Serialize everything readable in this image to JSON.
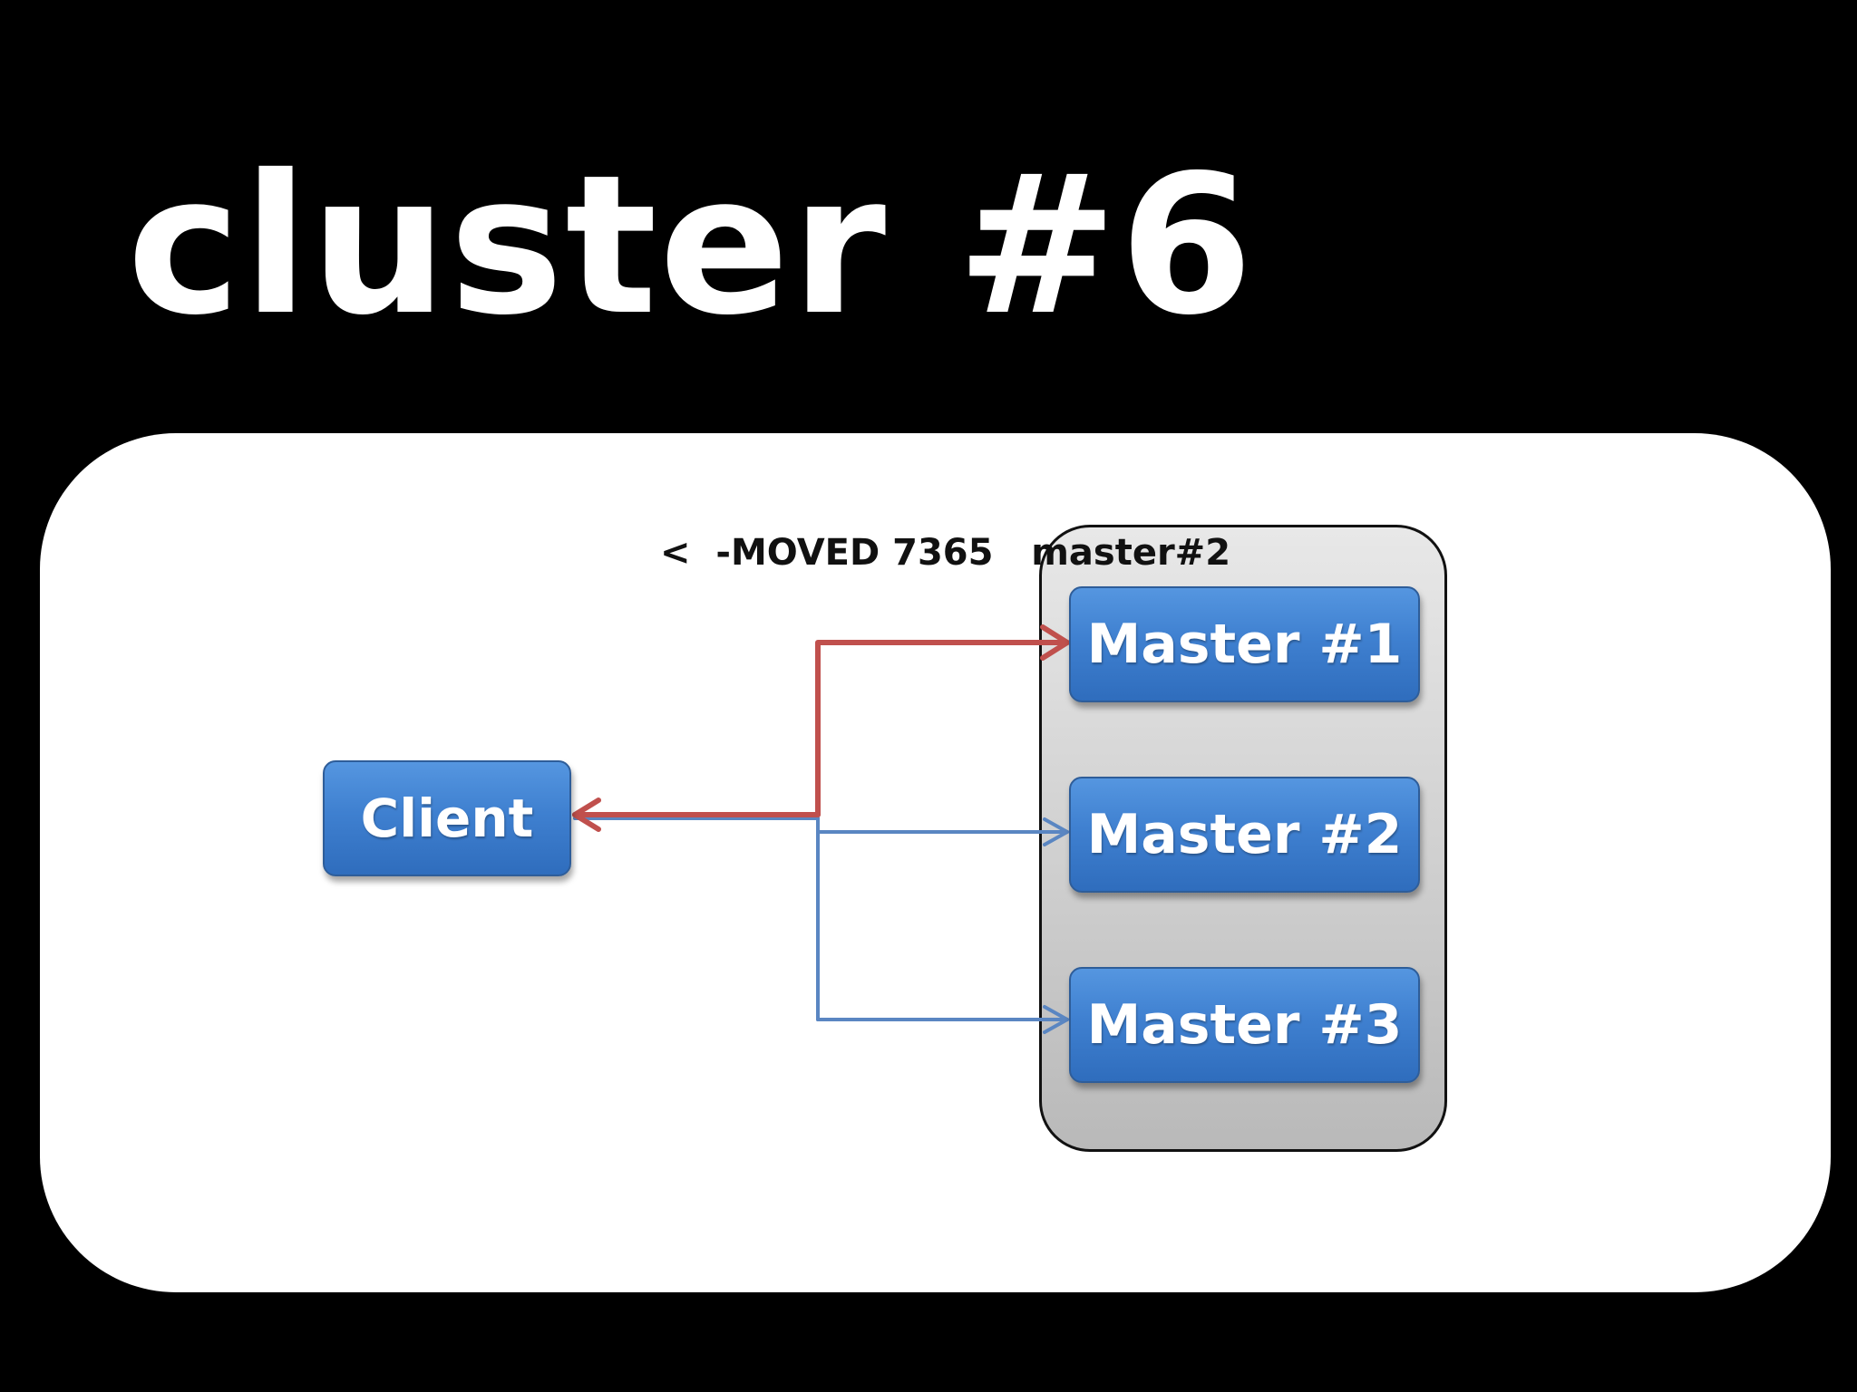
{
  "slide": {
    "title": "cluster #6"
  },
  "diagram": {
    "moved_label": "<  -MOVED 7365   master#2",
    "client": {
      "label": "Client"
    },
    "masters": [
      {
        "label": "Master  #1"
      },
      {
        "label": "Master  #2"
      },
      {
        "label": "Master  #3"
      }
    ],
    "colors": {
      "background": "#000000",
      "panel": "#ffffff",
      "node_blue": "#3f80d0",
      "blue_arrow": "#5a86c2",
      "red_arrow": "#c0504d"
    }
  }
}
